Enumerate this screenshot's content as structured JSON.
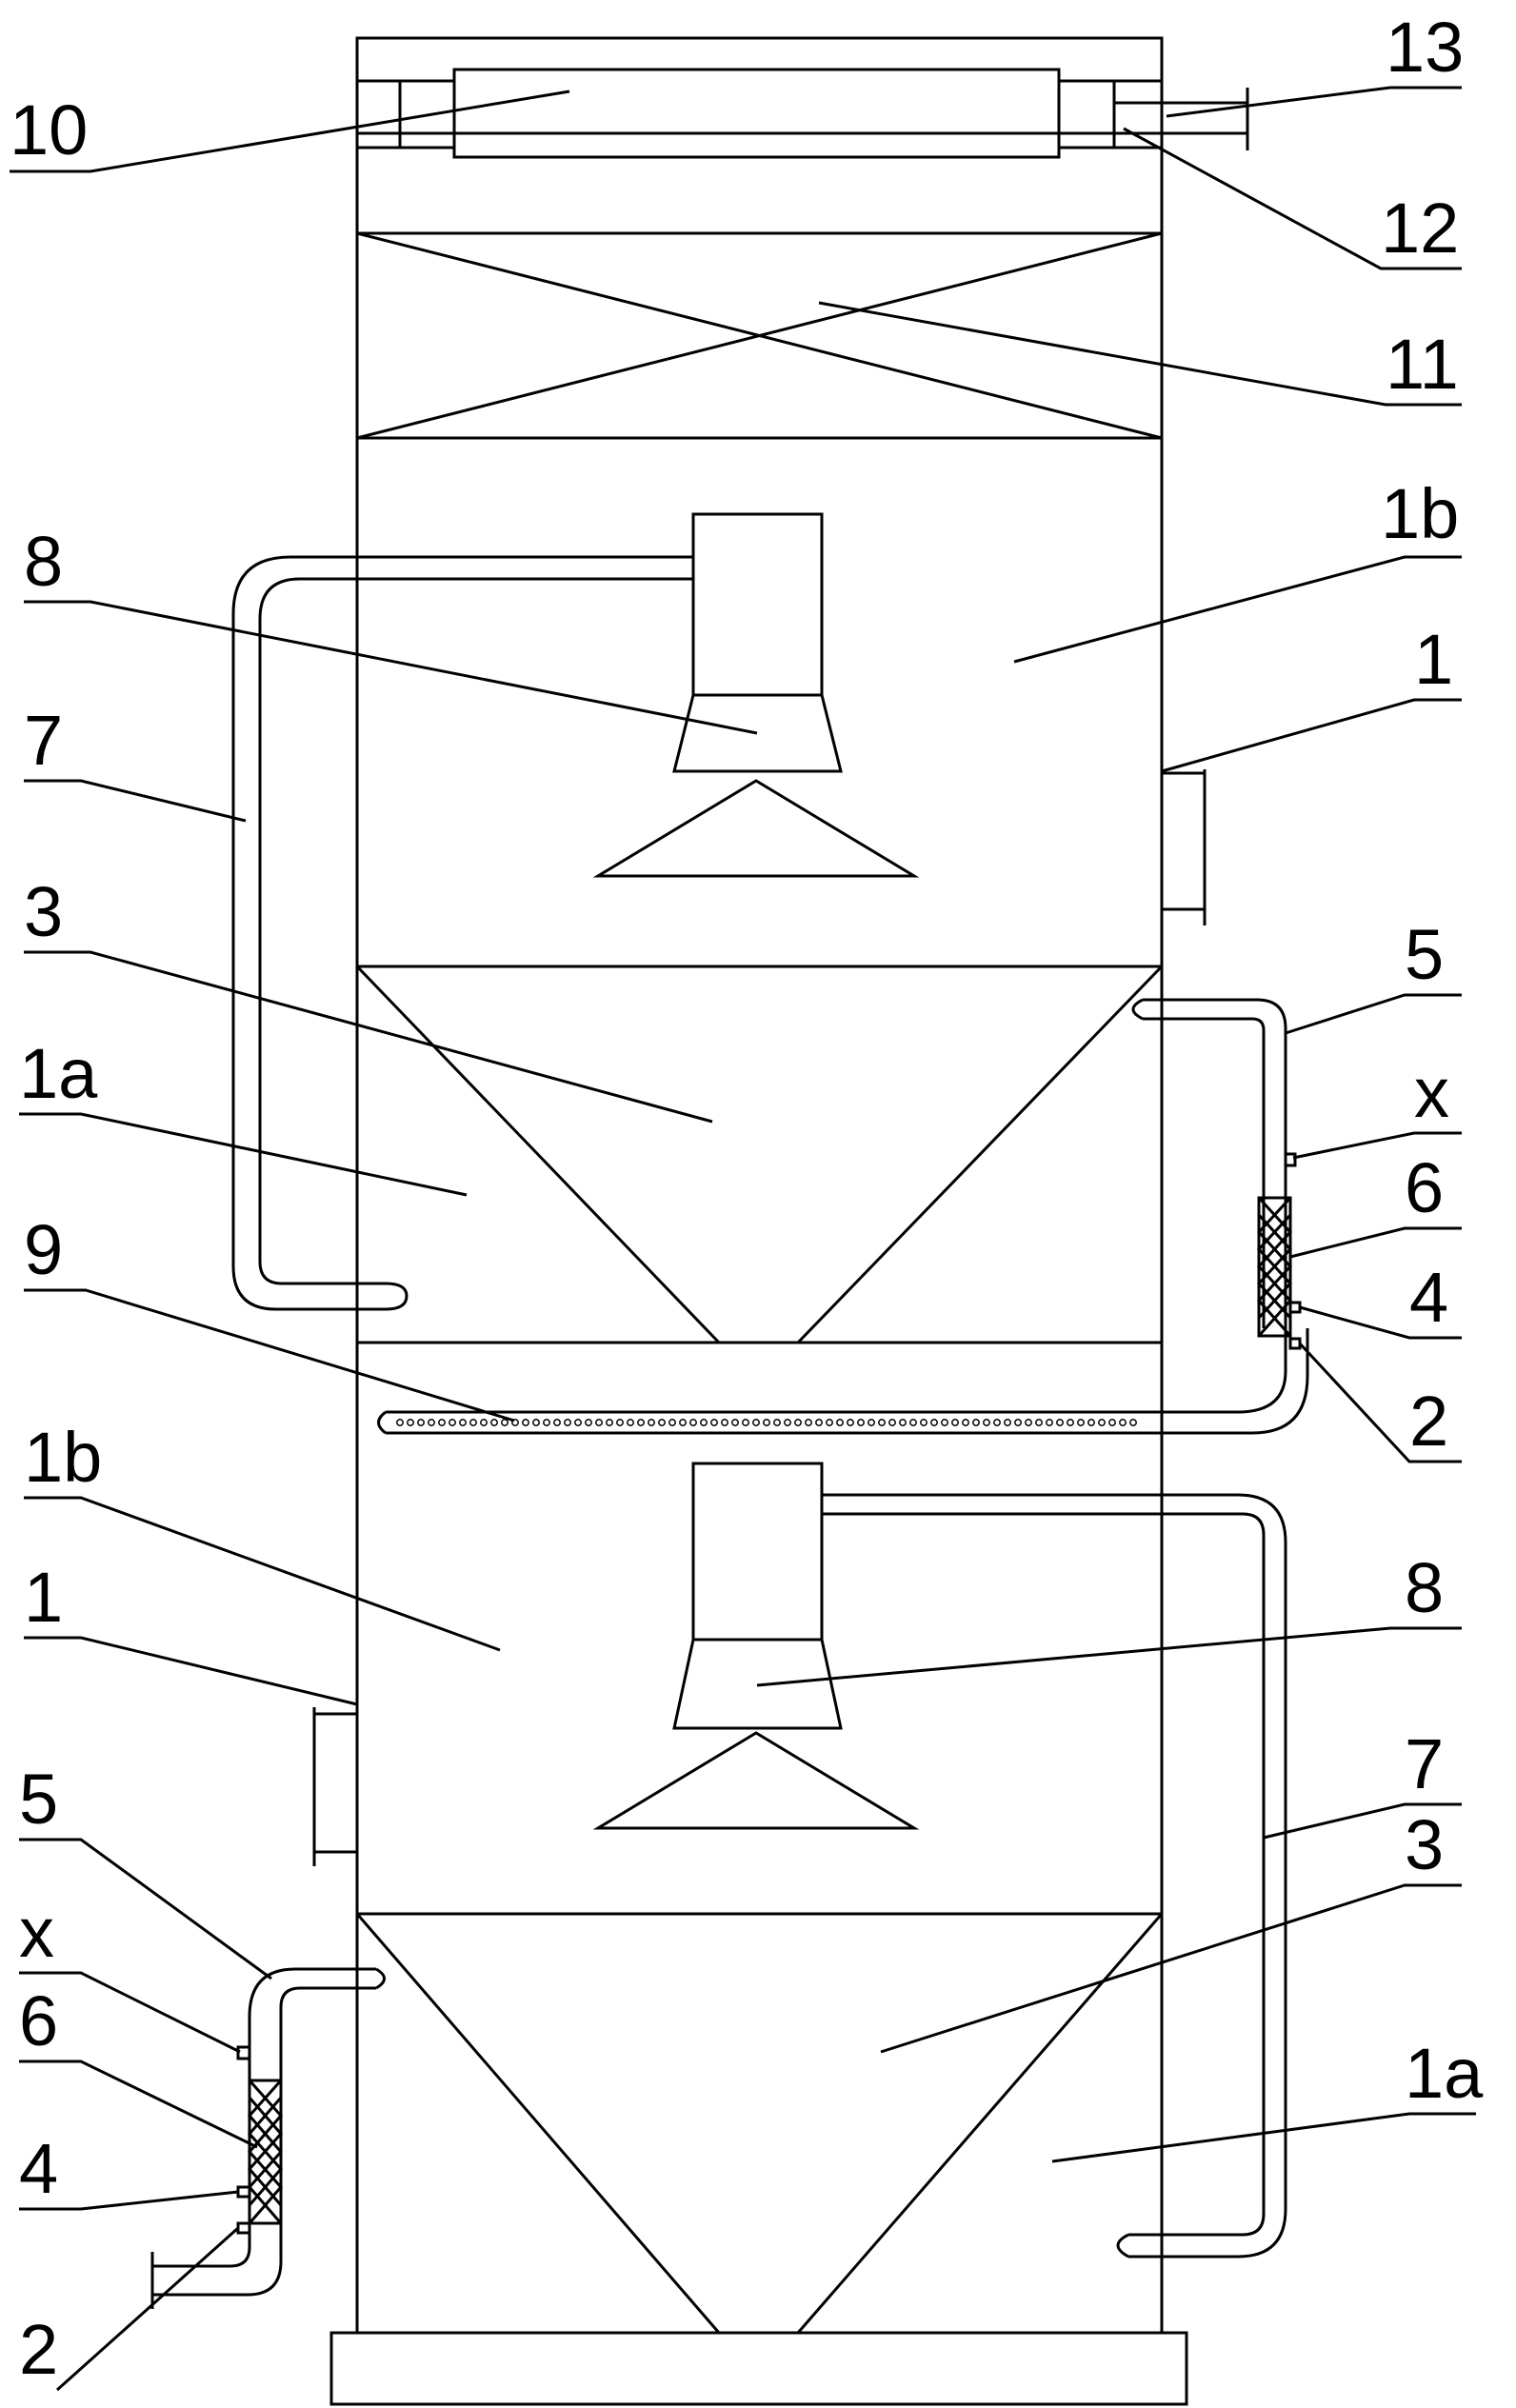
{
  "labels": {
    "l10": "10",
    "l13": "13",
    "l12": "12",
    "l11": "11",
    "l8_top": "8",
    "l1b_top": "1b",
    "l7_left": "7",
    "l1_right": "1",
    "l3_top": "3",
    "l5_right": "5",
    "l1a_top": "1a",
    "lx_right": "x",
    "l6_right": "6",
    "l9": "9",
    "l4_right": "4",
    "l2_right": "2",
    "l1b_bottom": "1b",
    "l8_bottom": "8",
    "l1_left": "1",
    "l7_right": "7",
    "l5_left": "5",
    "l3_bottom": "3",
    "lx_left": "x",
    "l1a_bottom": "1a",
    "l6_left": "6",
    "l4_left": "4",
    "l2_left": "2"
  }
}
